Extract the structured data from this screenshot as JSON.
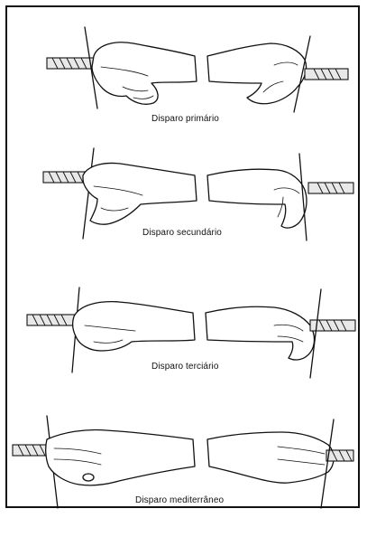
{
  "figure": {
    "panels": [
      {
        "caption": "Disparo primário"
      },
      {
        "caption": "Disparo secundário"
      },
      {
        "caption": "Disparo terciário"
      },
      {
        "caption": "Disparo mediterrâneo"
      }
    ]
  }
}
